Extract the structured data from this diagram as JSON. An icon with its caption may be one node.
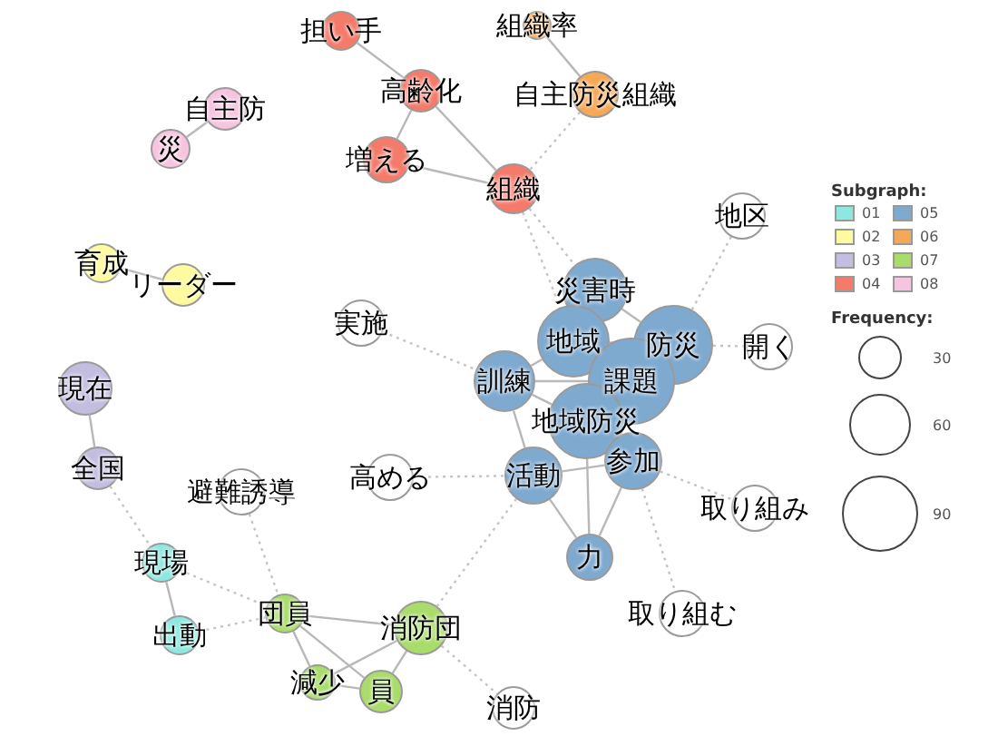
{
  "diagram": {
    "nodes": [
      {
        "text": [
          "担い手"
        ]
      },
      {
        "text": [
          "組織率"
        ]
      },
      {
        "text": [
          "高齢化"
        ]
      },
      {
        "text": [
          "自主防災組織"
        ]
      },
      {
        "text": [
          "自主防"
        ]
      },
      {
        "text": [
          "災"
        ]
      },
      {
        "text": [
          "増える"
        ]
      },
      {
        "text": [
          "組織"
        ]
      },
      {
        "text": [
          "地区"
        ]
      },
      {
        "text": [
          "育成"
        ]
      },
      {
        "text": [
          "リーダー"
        ]
      },
      {
        "text": [
          "災害時"
        ]
      },
      {
        "text": [
          "実施"
        ]
      },
      {
        "text": [
          "地域"
        ]
      },
      {
        "text": [
          "防災"
        ]
      },
      {
        "text": [
          "開く"
        ]
      },
      {
        "text": [
          "訓練"
        ]
      },
      {
        "text": [
          "課題"
        ]
      },
      {
        "text": [
          "地域防災"
        ]
      },
      {
        "text": [
          "現在"
        ]
      },
      {
        "text": [
          "高める"
        ]
      },
      {
        "text": [
          "全国"
        ]
      },
      {
        "text": [
          "避難誘導"
        ]
      },
      {
        "text": [
          "活動"
        ]
      },
      {
        "text": [
          "参加"
        ]
      },
      {
        "text": [
          "取り組み"
        ]
      },
      {
        "text": [
          "現場"
        ]
      },
      {
        "text": [
          "力"
        ]
      },
      {
        "text": [
          "団員"
        ]
      },
      {
        "text": [
          "消防団"
        ]
      },
      {
        "text": [
          "取り組む"
        ]
      },
      {
        "text": [
          "出動"
        ]
      },
      {
        "text": [
          "減少"
        ]
      },
      {
        "text": [
          "員"
        ]
      },
      {
        "text": [
          "消防"
        ]
      }
    ],
    "edges": [
      {
        "from": 0,
        "to": 2,
        "arrow": "none"
      },
      {
        "from": 2,
        "to": 6,
        "arrow": "none"
      },
      {
        "from": 2,
        "to": 7,
        "arrow": "none"
      },
      {
        "from": 6,
        "to": 7,
        "arrow": "none"
      },
      {
        "from": 1,
        "to": 3,
        "arrow": "none"
      },
      {
        "from": 3,
        "to": 7,
        "arrow": "none",
        "style": "dashed"
      },
      {
        "from": 4,
        "to": 5,
        "arrow": "none"
      },
      {
        "from": 9,
        "to": 10,
        "arrow": "none"
      },
      {
        "from": 7,
        "to": 11,
        "arrow": "none",
        "style": "dashed"
      },
      {
        "from": 7,
        "to": 13,
        "arrow": "none",
        "style": "dashed"
      },
      {
        "from": 8,
        "to": 14,
        "arrow": "none",
        "style": "dashed"
      },
      {
        "from": 14,
        "to": 15,
        "arrow": "none",
        "style": "dashed"
      },
      {
        "from": 12,
        "to": 16,
        "arrow": "none",
        "style": "dashed"
      },
      {
        "from": 11,
        "to": 14,
        "arrow": "none"
      },
      {
        "from": 13,
        "to": 14,
        "arrow": "none"
      },
      {
        "from": 13,
        "to": 16,
        "arrow": "none"
      },
      {
        "from": 16,
        "to": 17,
        "arrow": "none"
      },
      {
        "from": 16,
        "to": 18,
        "arrow": "none"
      },
      {
        "from": 16,
        "to": 23,
        "arrow": "none"
      },
      {
        "from": 18,
        "to": 27,
        "arrow": "none"
      },
      {
        "from": 23,
        "to": 24,
        "arrow": "none"
      },
      {
        "from": 23,
        "to": 27,
        "arrow": "none"
      },
      {
        "from": 24,
        "to": 27,
        "arrow": "none"
      },
      {
        "from": 24,
        "to": 25,
        "arrow": "none",
        "style": "dashed"
      },
      {
        "from": 24,
        "to": 30,
        "arrow": "none",
        "style": "dashed"
      },
      {
        "from": 20,
        "to": 23,
        "arrow": "none",
        "style": "dashed"
      },
      {
        "from": 23,
        "to": 29,
        "arrow": "none",
        "style": "dashed"
      },
      {
        "from": 19,
        "to": 21,
        "arrow": "none"
      },
      {
        "from": 21,
        "to": 26,
        "arrow": "none",
        "style": "dashed"
      },
      {
        "from": 22,
        "to": 28,
        "arrow": "none",
        "style": "dashed"
      },
      {
        "from": 26,
        "to": 31,
        "arrow": "none"
      },
      {
        "from": 26,
        "to": 28,
        "arrow": "none",
        "style": "dashed"
      },
      {
        "from": 31,
        "to": 28,
        "arrow": "none",
        "style": "dashed"
      },
      {
        "from": 28,
        "to": 29,
        "arrow": "none"
      },
      {
        "from": 28,
        "to": 32,
        "arrow": "none"
      },
      {
        "from": 28,
        "to": 33,
        "arrow": "none"
      },
      {
        "from": 32,
        "to": 33,
        "arrow": "none"
      },
      {
        "from": 32,
        "to": 29,
        "arrow": "none"
      },
      {
        "from": 33,
        "to": 29,
        "arrow": "none"
      },
      {
        "from": 29,
        "to": 34,
        "arrow": "none",
        "style": "dashed"
      }
    ],
    "labels": [
      "Subgraph:",
      "Frequency:"
    ],
    "legend": [
      {
        "text": "01",
        "color": "#8ee8e0"
      },
      {
        "text": "02",
        "color": "#fdfaa0"
      },
      {
        "text": "03",
        "color": "#c3bde0"
      },
      {
        "text": "04",
        "color": "#f47a6a"
      },
      {
        "text": "05",
        "color": "#7faad0"
      },
      {
        "text": "06",
        "color": "#f5a855"
      },
      {
        "text": "07",
        "color": "#a9dc6a"
      },
      {
        "text": "08",
        "color": "#f7c4e0"
      },
      {
        "text": "30"
      },
      {
        "text": "60"
      },
      {
        "text": "90"
      }
    ]
  }
}
